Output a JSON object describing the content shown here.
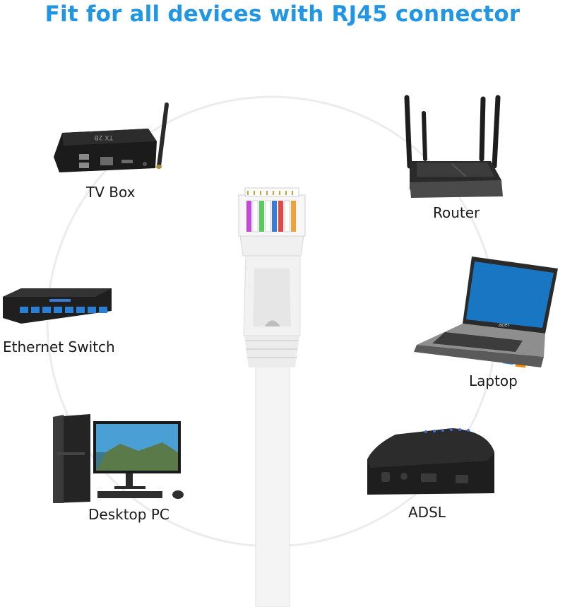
{
  "title": "Fit for all devices with RJ45 connector",
  "devices": [
    {
      "id": "tv-box",
      "label": "TV Box",
      "model_text": "TX 2B"
    },
    {
      "id": "router",
      "label": "Router"
    },
    {
      "id": "ethernet-switch",
      "label": "Ethernet Switch"
    },
    {
      "id": "laptop",
      "label": "Laptop",
      "brand_text": "acer"
    },
    {
      "id": "desktop-pc",
      "label": "Desktop PC"
    },
    {
      "id": "adsl",
      "label": "ADSL"
    }
  ],
  "colors": {
    "title": "#2196e3",
    "circle": "#ececec",
    "cable": "#f4f4f4",
    "device_dark": "#1c1c1c"
  },
  "connector_wire_colors": [
    "#c24ad6",
    "#ffffff",
    "#5cc95c",
    "#ffffff",
    "#3a7bd5",
    "#e04848",
    "#ffffff",
    "#f0a23a"
  ]
}
